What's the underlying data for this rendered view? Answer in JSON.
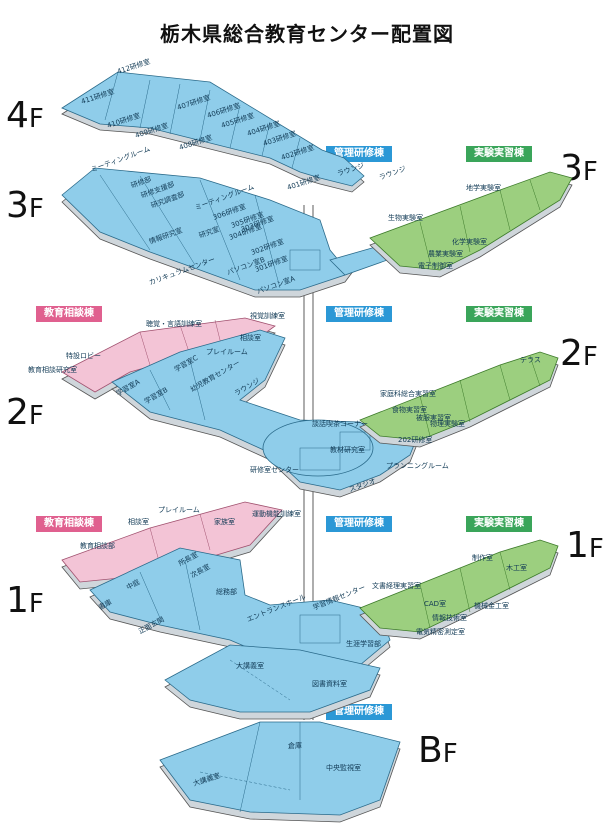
{
  "title": "栃木県総合教育センター配置図",
  "floors": {
    "f4": "4",
    "f3": "3",
    "f2": "2",
    "f1": "1",
    "fb": "B",
    "suffix": "F"
  },
  "buildings": {
    "kanri": "管理研修棟",
    "jikken": "実験実習棟",
    "soudan": "教育相談棟"
  },
  "colors": {
    "blue": "#8fcdea",
    "green": "#9ccf7f",
    "pink": "#f3c4d6",
    "tag_blue": "#2b98d6",
    "tag_green": "#3aa55a",
    "tag_pink": "#e0608f"
  },
  "rooms": {
    "f4": [
      "412研修室",
      "411研修室",
      "410研修室",
      "409研修室",
      "408研修室",
      "407研修室",
      "406研修室",
      "405研修室",
      "404研修室",
      "403研修室",
      "402研修室",
      "401研修室",
      "ラウンジ"
    ],
    "f3_blue": [
      "ミーティングルーム",
      "研修部",
      "研修支援部",
      "研究調査部",
      "ミーティングルーム",
      "306研修室",
      "305研修室",
      "304研修室",
      "303研修室",
      "302研修室",
      "301研修室",
      "情報研究室",
      "研究室",
      "カリキュラムセンター",
      "パソコン室B",
      "パソコン室A",
      "ラウンジ"
    ],
    "f3_green": [
      "地学実験室",
      "生物実験室",
      "化学実験室",
      "農業実験室",
      "電子制御室"
    ],
    "f2_pink": [
      "聴覚・言語訓練室",
      "相談室",
      "特設ロビー",
      "プレイルーム",
      "教育相談研究室"
    ],
    "f2_blue": [
      "視覚訓練室",
      "学習室A",
      "幼児教育センター",
      "学習室B",
      "学習室C",
      "ラウンジ",
      "談話喫茶コーナー",
      "教材研究室",
      "202研修室",
      "研修室センター",
      "プランニングルーム",
      "スタジオ"
    ],
    "f2_green": [
      "テラス",
      "家庭科総合実習室",
      "食物実習室",
      "被服実習室",
      "物理実験室"
    ],
    "f1_pink": [
      "プレイルーム",
      "相談室",
      "運動機能訓練室",
      "教育相談部",
      "家族室"
    ],
    "f1_blue": [
      "所長室",
      "次長室",
      "総務部",
      "中庭",
      "書庫",
      "正面玄関",
      "エントランスホール",
      "学習情報センター",
      "生涯学習部",
      "大講義室",
      "図書資料室"
    ],
    "f1_green": [
      "制作室",
      "木工室",
      "文書経理実習室",
      "CAD室",
      "機械金工室",
      "情報技術室",
      "電気精密測定室"
    ],
    "fb": [
      "倉庫",
      "中央監視室",
      "大講義室"
    ]
  }
}
